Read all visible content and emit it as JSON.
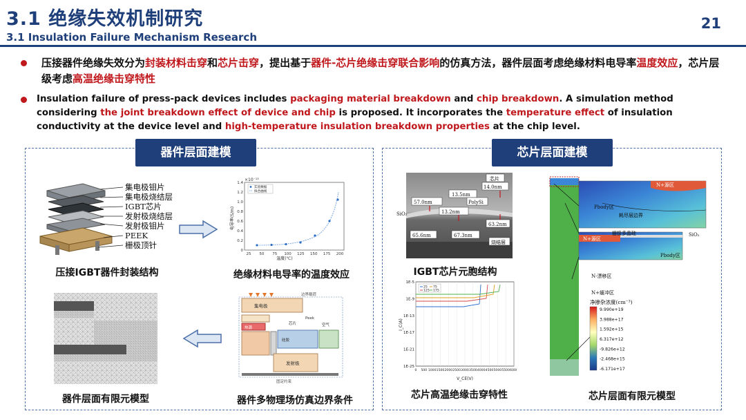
{
  "header": {
    "title_cn": "3.1 绝缘失效机制研究",
    "title_en": "3.1 Insulation Failure Mechanism Research",
    "page": "21"
  },
  "bullet_cn": {
    "s1": "压接器件绝缘失效分为",
    "h1": "封装材料击穿",
    "s2": "和",
    "h2": "芯片击穿",
    "s3": "，提出基于",
    "h3": "器件-芯片绝缘击穿联合影响",
    "s4": "的仿真方法，器件层面考虑绝缘材料电导率",
    "h4": "温度效应",
    "s5": "，芯片层级考虑",
    "h5": "高温绝缘击穿特性"
  },
  "bullet_en": {
    "s1": "Insulation failure of press-pack devices includes ",
    "h1": "packaging material breakdown",
    "s2": " and ",
    "h2": "chip breakdown",
    "s3": ". A simulation method considering ",
    "h3": "the joint breakdown effect of device and chip",
    "s4": " is proposed. It incorporates the ",
    "h4": "temperature effect",
    "s5": " of insulation conductivity at the device level and ",
    "h5": "high-temperature  insulation breakdown properties",
    "s6": " at the chip level."
  },
  "left_panel": {
    "title": "器件层面建模",
    "stack_labels": [
      "集电极钼片",
      "集电极烧结层",
      "IGBT芯片",
      "发射极烧结层",
      "发射极钼片",
      "PEEK",
      "栅极顶针"
    ],
    "captions": {
      "package": "压接IGBT器件封装结构",
      "conductivity": "绝缘材料电导率的温度效应",
      "fem": "器件层面有限元模型",
      "boundary": "器件多物理场仿真边界条件"
    },
    "conductivity_chart": {
      "x_label": "温度(℃)",
      "y_label": "电导率(S/m)",
      "exp_label": "×10⁻¹³",
      "x_ticks": [
        "25",
        "50",
        "75",
        "100",
        "125",
        "150",
        "175",
        "200"
      ],
      "y_ticks": [
        "0",
        "0.2",
        "0.4",
        "0.6",
        "0.8",
        "1.0",
        "1.2",
        "1.4"
      ],
      "legend": [
        "实验数据",
        "拟合曲线"
      ]
    },
    "boundary_labels": [
      "集电极",
      "发射极",
      "热源",
      "硅胶",
      "空气",
      "固定约束",
      "边界载荷",
      "芯片",
      "Peek"
    ]
  },
  "right_panel": {
    "title": "芯片层面建模",
    "sem_labels": [
      "芯片",
      "57.0nm",
      "13.5nm",
      "14.0nm",
      "PolySi",
      "13.2nm",
      "SiO₂",
      "63.2nm",
      "65.6nm",
      "67.3nm",
      "烧结层"
    ],
    "captions": {
      "cell": "IGBT芯片元胞结构",
      "breakdown": "芯片高温绝缘击穿特性",
      "fem": "芯片层面有限元模型"
    },
    "iv_chart": {
      "y_ticks": [
        "1E-5",
        "1E-9",
        "1E-13",
        "1E-17",
        "1E-21",
        "1E-25"
      ],
      "x_ticks": [
        "0",
        "500",
        "1000",
        "1500",
        "2000",
        "2500",
        "3000",
        "3500",
        "4000",
        "4500",
        "5000",
        "5500",
        "6000"
      ],
      "y_label": "I_C(A)",
      "x_label": "V_CE(V)",
      "legend": [
        "25",
        "75",
        "125",
        "175"
      ]
    },
    "fem_labels": {
      "n_source": "N+源区",
      "pbody": "Pbody区",
      "depletion": "耗尽层边界",
      "gate": "栅极多晶硅",
      "n_source2": "N+源区",
      "sio2": "SiO₂",
      "pbody2": "Pbody区",
      "drift": "N-漂移区",
      "buffer": "N+缓冲区",
      "cbar_title": "净掺杂浓度(cm⁻³)",
      "cbar_values": [
        "9.990e+19",
        "3.988e+17",
        "1.592e+15",
        "6.317e+12",
        "-9.826e+12",
        "-2.468e+15",
        "-6.171e+17"
      ]
    }
  }
}
